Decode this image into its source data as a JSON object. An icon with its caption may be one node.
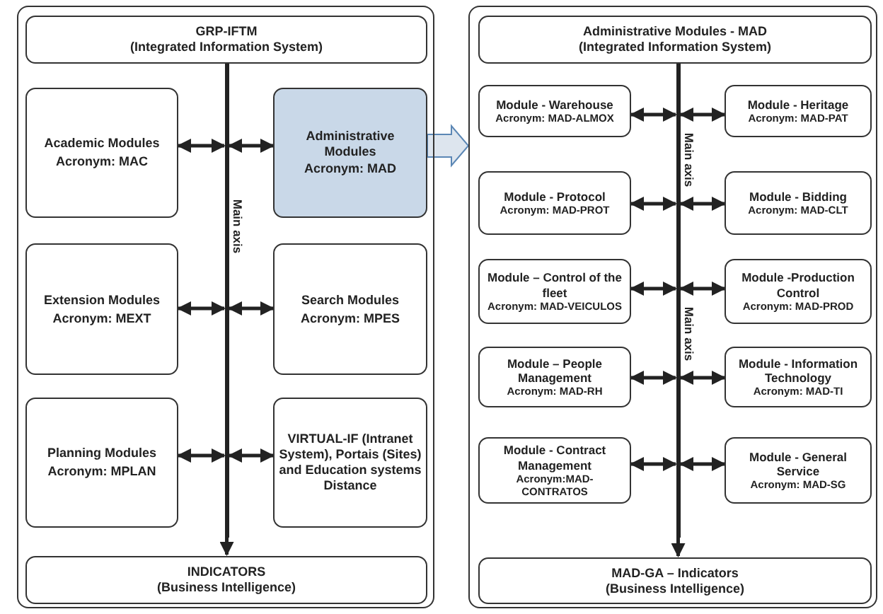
{
  "diagram": {
    "nodes": [
      {
        "text": [],
        "shape": "box"
      },
      {
        "text": [
          "GRP-IFTM",
          "(Integrated Information System)"
        ],
        "in": 0
      },
      {
        "text": [
          "Main axis"
        ],
        "in": 0
      },
      {
        "text": [
          "Academic Modules",
          "Acronym: MAC"
        ],
        "in": 0
      },
      {
        "text": [
          "Administrative Modules",
          "Acronym: MAD"
        ],
        "in": 0
      },
      {
        "text": [
          "Extension Modules",
          "Acronym: MEXT"
        ],
        "in": 0
      },
      {
        "text": [
          "Search Modules",
          "Acronym: MPES"
        ],
        "in": 0
      },
      {
        "text": [
          "Planning Modules",
          "Acronym: MPLAN"
        ],
        "in": 0
      },
      {
        "text": [
          "VIRTUAL-IF (Intranet System), Portais (Sites) and Education systems Distance"
        ],
        "in": 0
      },
      {
        "text": [
          "INDICATORS",
          "(Business Intelligence)"
        ],
        "in": 0
      },
      {
        "text": [],
        "shape": "box"
      },
      {
        "text": [
          "Administrative Modules - MAD",
          "(Integrated Information System)"
        ],
        "in": 10
      },
      {
        "text": [
          "Main axis",
          "Main axis"
        ],
        "in": 10
      },
      {
        "text": [
          "Module - Warehouse",
          "Acronym: MAD-ALMOX"
        ],
        "in": 10
      },
      {
        "text": [
          "Module - Heritage",
          "Acronym: MAD-PAT"
        ],
        "in": 10
      },
      {
        "text": [
          "Module - Protocol",
          "Acronym: MAD-PROT"
        ],
        "in": 10
      },
      {
        "text": [
          "Module - Bidding",
          "Acronym: MAD-CLT"
        ],
        "in": 10
      },
      {
        "text": [
          "Module – Control of the fleet",
          "Acronym: MAD-VEICULOS"
        ],
        "in": 10
      },
      {
        "text": [
          "Module -Production Control",
          "Acronym: MAD-PROD"
        ],
        "in": 10
      },
      {
        "text": [
          "Module – People Management",
          "Acronym: MAD-RH"
        ],
        "in": 10
      },
      {
        "text": [
          "Module - Information Technology",
          "Acronym: MAD-TI"
        ],
        "in": 10
      },
      {
        "text": [
          "Module - Contract Management",
          "Acronym:MAD-CONTRATOS"
        ],
        "in": 10
      },
      {
        "text": [
          "Module - General Service",
          "Acronym: MAD-SG"
        ],
        "in": 10
      },
      {
        "text": [
          "MAD-GA – Indicators",
          "(Business Intelligence)"
        ],
        "in": 10
      }
    ],
    "edges": [
      {
        "from": 2,
        "to": 9,
        "arrow": "to"
      },
      {
        "from": 3,
        "to": 2,
        "arrow": "both"
      },
      {
        "from": 4,
        "to": 2,
        "arrow": "both"
      },
      {
        "from": 5,
        "to": 2,
        "arrow": "both"
      },
      {
        "from": 6,
        "to": 2,
        "arrow": "both"
      },
      {
        "from": 7,
        "to": 2,
        "arrow": "both"
      },
      {
        "from": 8,
        "to": 2,
        "arrow": "both"
      },
      {
        "from": 4,
        "to": 10,
        "arrow": "to",
        "style": "thick",
        "color": "#5b87b5"
      },
      {
        "from": 12,
        "to": 23,
        "arrow": "to"
      },
      {
        "from": 13,
        "to": 12,
        "arrow": "both"
      },
      {
        "from": 14,
        "to": 12,
        "arrow": "both"
      },
      {
        "from": 15,
        "to": 12,
        "arrow": "both"
      },
      {
        "from": 16,
        "to": 12,
        "arrow": "both"
      },
      {
        "from": 17,
        "to": 12,
        "arrow": "both"
      },
      {
        "from": 18,
        "to": 12,
        "arrow": "both"
      },
      {
        "from": 19,
        "to": 12,
        "arrow": "both"
      },
      {
        "from": 20,
        "to": 12,
        "arrow": "both"
      },
      {
        "from": 21,
        "to": 12,
        "arrow": "both"
      },
      {
        "from": 22,
        "to": 12,
        "arrow": "both"
      }
    ]
  }
}
